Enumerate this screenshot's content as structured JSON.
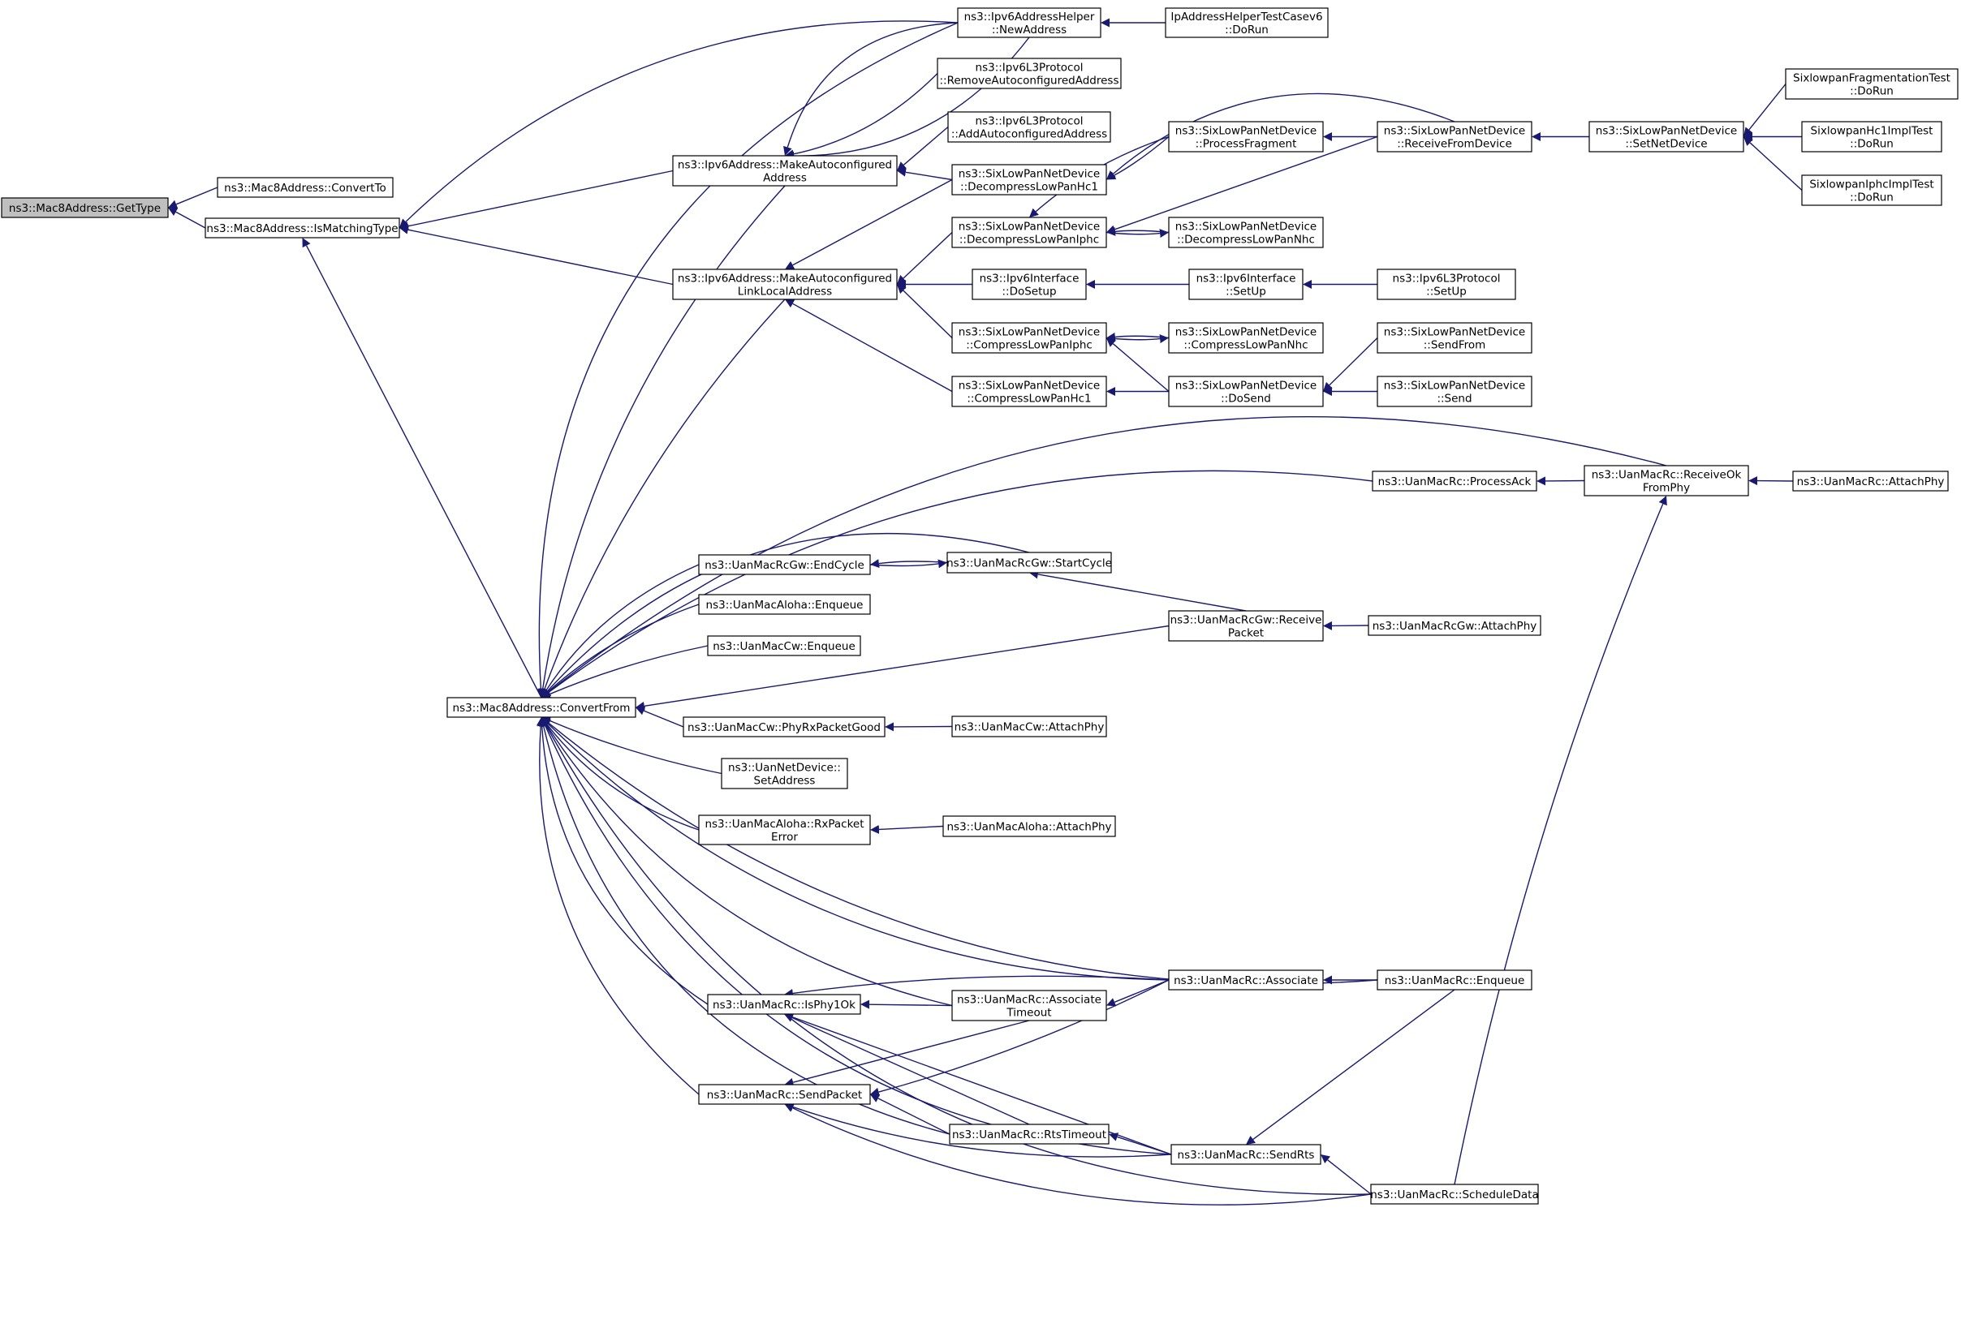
{
  "colors": {
    "edge": "#191970",
    "node_fill": "#ffffff",
    "root_fill": "#bfbfbf"
  },
  "nodes": [
    {
      "id": "root",
      "lines": [
        "ns3::Mac8Address::GetType"
      ],
      "root": true
    },
    {
      "id": "convertTo",
      "lines": [
        "ns3::Mac8Address::ConvertTo"
      ]
    },
    {
      "id": "isMatching",
      "lines": [
        "ns3::Mac8Address::IsMatchingType"
      ]
    },
    {
      "id": "convertFrom",
      "lines": [
        "ns3::Mac8Address::ConvertFrom"
      ]
    },
    {
      "id": "makeAuto",
      "lines": [
        "ns3::Ipv6Address::MakeAutoconfigured",
        "Address"
      ]
    },
    {
      "id": "makeAutoLL",
      "lines": [
        "ns3::Ipv6Address::MakeAutoconfigured",
        "LinkLocalAddress"
      ]
    },
    {
      "id": "gwEndCycle",
      "lines": [
        "ns3::UanMacRcGw::EndCycle"
      ]
    },
    {
      "id": "alohaEnq",
      "lines": [
        "ns3::UanMacAloha::Enqueue"
      ]
    },
    {
      "id": "cwEnq",
      "lines": [
        "ns3::UanMacCw::Enqueue"
      ]
    },
    {
      "id": "cwPhyRx",
      "lines": [
        "ns3::UanMacCw::PhyRxPacketGood"
      ]
    },
    {
      "id": "netDevSetAddr",
      "lines": [
        "ns3::UanNetDevice::",
        "SetAddress"
      ]
    },
    {
      "id": "alohaRxErr",
      "lines": [
        "ns3::UanMacAloha::RxPacket",
        "Error"
      ]
    },
    {
      "id": "rcIsPhy",
      "lines": [
        "ns3::UanMacRc::IsPhy1Ok"
      ]
    },
    {
      "id": "rcSendPacket",
      "lines": [
        "ns3::UanMacRc::SendPacket"
      ]
    },
    {
      "id": "helperNew",
      "lines": [
        "ns3::Ipv6AddressHelper",
        "::NewAddress"
      ]
    },
    {
      "id": "l3Remove",
      "lines": [
        "ns3::Ipv6L3Protocol",
        "::RemoveAutoconfiguredAddress"
      ]
    },
    {
      "id": "l3Add",
      "lines": [
        "ns3::Ipv6L3Protocol",
        "::AddAutoconfiguredAddress"
      ]
    },
    {
      "id": "decompHc1",
      "lines": [
        "ns3::SixLowPanNetDevice",
        "::DecompressLowPanHc1"
      ]
    },
    {
      "id": "decompIphc",
      "lines": [
        "ns3::SixLowPanNetDevice",
        "::DecompressLowPanIphc"
      ]
    },
    {
      "id": "ifDoSetup",
      "lines": [
        "ns3::Ipv6Interface",
        "::DoSetup"
      ]
    },
    {
      "id": "compIphc",
      "lines": [
        "ns3::SixLowPanNetDevice",
        "::CompressLowPanIphc"
      ]
    },
    {
      "id": "compHc1",
      "lines": [
        "ns3::SixLowPanNetDevice",
        "::CompressLowPanHc1"
      ]
    },
    {
      "id": "gwStartCycle",
      "lines": [
        "ns3::UanMacRcGw::StartCycle"
      ]
    },
    {
      "id": "cwAttach",
      "lines": [
        "ns3::UanMacCw::AttachPhy"
      ]
    },
    {
      "id": "alohaAttach",
      "lines": [
        "ns3::UanMacAloha::AttachPhy"
      ]
    },
    {
      "id": "rcAssocTimeout",
      "lines": [
        "ns3::UanMacRc::Associate",
        "Timeout"
      ]
    },
    {
      "id": "rcRtsTimeout",
      "lines": [
        "ns3::UanMacRc::RtsTimeout"
      ]
    },
    {
      "id": "helperTest",
      "lines": [
        "IpAddressHelperTestCasev6",
        "::DoRun"
      ]
    },
    {
      "id": "procFrag",
      "lines": [
        "ns3::SixLowPanNetDevice",
        "::ProcessFragment"
      ]
    },
    {
      "id": "decompNhc",
      "lines": [
        "ns3::SixLowPanNetDevice",
        "::DecompressLowPanNhc"
      ]
    },
    {
      "id": "ifSetUp",
      "lines": [
        "ns3::Ipv6Interface",
        "::SetUp"
      ]
    },
    {
      "id": "compNhc",
      "lines": [
        "ns3::SixLowPanNetDevice",
        "::CompressLowPanNhc"
      ]
    },
    {
      "id": "doSend",
      "lines": [
        "ns3::SixLowPanNetDevice",
        "::DoSend"
      ]
    },
    {
      "id": "gwReceive",
      "lines": [
        "ns3::UanMacRcGw::Receive",
        "Packet"
      ]
    },
    {
      "id": "rcAssociate",
      "lines": [
        "ns3::UanMacRc::Associate"
      ]
    },
    {
      "id": "rcSendRts",
      "lines": [
        "ns3::UanMacRc::SendRts"
      ]
    },
    {
      "id": "recvFromDev",
      "lines": [
        "ns3::SixLowPanNetDevice",
        "::ReceiveFromDevice"
      ]
    },
    {
      "id": "sendFrom",
      "lines": [
        "ns3::SixLowPanNetDevice",
        "::SendFrom"
      ]
    },
    {
      "id": "send",
      "lines": [
        "ns3::SixLowPanNetDevice",
        "::Send"
      ]
    },
    {
      "id": "l3SetUp",
      "lines": [
        "ns3::Ipv6L3Protocol",
        "::SetUp"
      ]
    },
    {
      "id": "rcProcessAck",
      "lines": [
        "ns3::UanMacRc::ProcessAck"
      ]
    },
    {
      "id": "gwAttach",
      "lines": [
        "ns3::UanMacRcGw::AttachPhy"
      ]
    },
    {
      "id": "rcEnqueue",
      "lines": [
        "ns3::UanMacRc::Enqueue"
      ]
    },
    {
      "id": "rcSchedule",
      "lines": [
        "ns3::UanMacRc::ScheduleData"
      ]
    },
    {
      "id": "setNetDev",
      "lines": [
        "ns3::SixLowPanNetDevice",
        "::SetNetDevice"
      ]
    },
    {
      "id": "rcRecvOk",
      "lines": [
        "ns3::UanMacRc::ReceiveOk",
        "FromPhy"
      ]
    },
    {
      "id": "fragTest",
      "lines": [
        "SixlowpanFragmentationTest",
        "::DoRun"
      ]
    },
    {
      "id": "hc1Test",
      "lines": [
        "SixlowpanHc1ImplTest",
        "::DoRun"
      ]
    },
    {
      "id": "iphcTest",
      "lines": [
        "SixlowpanIphcImplTest",
        "::DoRun"
      ]
    },
    {
      "id": "rcAttach",
      "lines": [
        "ns3::UanMacRc::AttachPhy"
      ]
    }
  ]
}
